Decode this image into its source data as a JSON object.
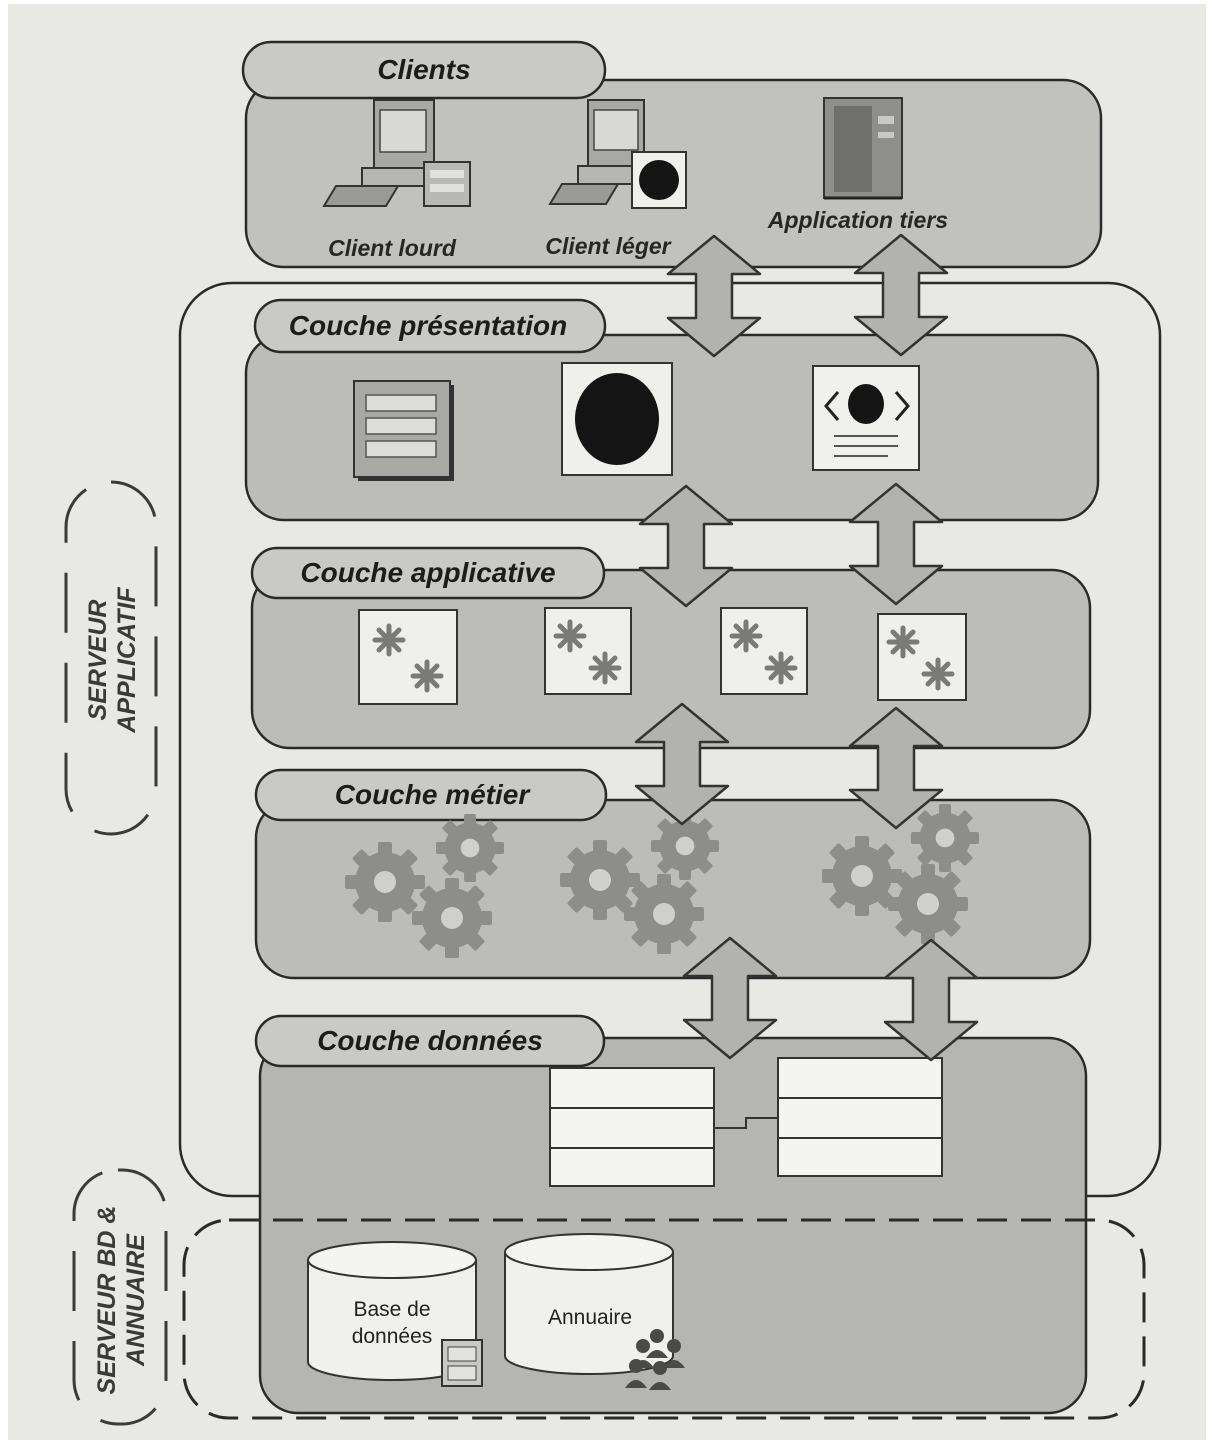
{
  "layers": {
    "clients": {
      "title": "Clients",
      "items": [
        {
          "label": "Client lourd",
          "icon": "desktop-computer-icon"
        },
        {
          "label": "Client léger",
          "icon": "desktop-computer-browser-icon"
        },
        {
          "label": "Application tiers",
          "icon": "server-tower-icon"
        }
      ]
    },
    "presentation": {
      "title": "Couche présentation",
      "icons": [
        "form-window-icon",
        "browser-globe-icon",
        "web-page-code-icon"
      ]
    },
    "applicative": {
      "title": "Couche applicative",
      "icons": [
        "process-icon",
        "process-icon",
        "process-icon",
        "process-icon"
      ]
    },
    "metier": {
      "title": "Couche métier",
      "icons": [
        "gears-icon",
        "gears-icon",
        "gears-icon"
      ]
    },
    "donnees": {
      "title": "Couche données",
      "icons": [
        "data-table-icon",
        "data-table-icon"
      ]
    }
  },
  "zones": {
    "app_server": "SERVEUR APPLICATIF",
    "db_server": "SERVEUR BD & ANNUAIRE"
  },
  "storage": {
    "database": {
      "line1": "Base de",
      "line2": "données",
      "icon": "file-cabinet-icon"
    },
    "directory": {
      "label": "Annuaire",
      "icon": "users-group-icon"
    }
  },
  "colors": {
    "paper": "#e8e8e5",
    "layer_fill": "#bcbcb9",
    "tab_fill": "#c9c9c6",
    "gear": "#8d8d8a",
    "arrow": "#b2b2af",
    "outline": "#2a2a2a"
  }
}
